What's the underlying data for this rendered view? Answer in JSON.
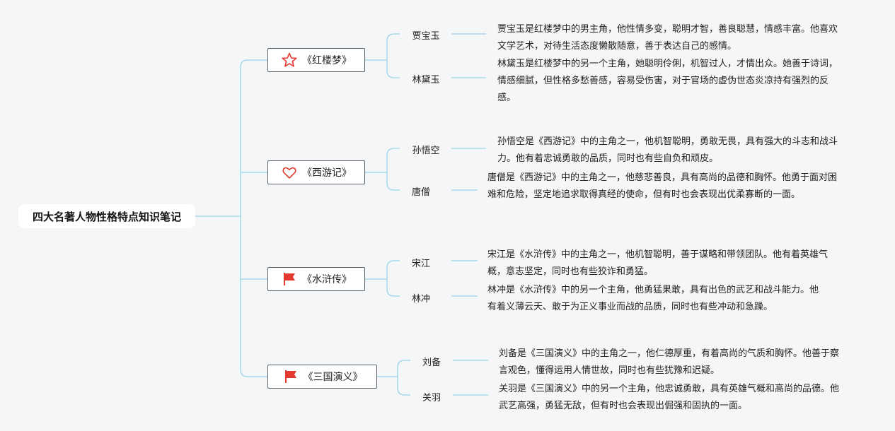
{
  "root": "四大名著人物性格特点知识笔记",
  "colors": {
    "line": "#9bd3e6",
    "accent_red": "#e23a2e"
  },
  "books": [
    {
      "title": "《红楼梦》",
      "icon": "star-icon",
      "characters": [
        {
          "name": "贾宝玉",
          "desc": "贾宝玉是红楼梦中的男主角，他性情多变，聪明才智，善良聪慧，情感丰富。他喜欢文学艺术，对待生活态度懒散随意，善于表达自己的感情。"
        },
        {
          "name": "林黛玉",
          "desc": "林黛玉是红楼梦中的另一个主角，她聪明伶俐，机智过人，才情出众。她善于诗词，情感细腻，但性格多愁善感，容易受伤害，对于官场的虚伪世态炎凉持有强烈的反感。"
        }
      ]
    },
    {
      "title": "《西游记》",
      "icon": "heart-icon",
      "characters": [
        {
          "name": "孙悟空",
          "desc": "孙悟空是《西游记》中的主角之一，他机智聪明，勇敢无畏，具有强大的斗志和战斗力。他有着忠诚勇敢的品质，同时也有些自负和顽皮。"
        },
        {
          "name": "唐僧",
          "desc": "唐僧是《西游记》中的主角之一，他慈悲善良，具有高尚的品德和胸怀。他勇于面对困难和危险，坚定地追求取得真经的使命，但有时也会表现出优柔寡断的一面。"
        }
      ]
    },
    {
      "title": "《水浒传》",
      "icon": "red-flag-icon",
      "characters": [
        {
          "name": "宋江",
          "desc": "宋江是《水浒传》中的主角之一，他机智聪明，善于谋略和带领团队。他有着英雄气概，意志坚定，同时也有些狡诈和勇猛。"
        },
        {
          "name": "林冲",
          "desc": "林冲是《水浒传》中的另一个主角，他勇猛果敢，具有出色的武艺和战斗能力。他有着义薄云天、敢于为正义事业而战的品质，同时也有些冲动和急躁。"
        }
      ]
    },
    {
      "title": "《三国演义》",
      "icon": "red-flag-icon",
      "characters": [
        {
          "name": "刘备",
          "desc": "刘备是《三国演义》中的主角之一，他仁德厚重，有着高尚的气质和胸怀。他善于察言观色，懂得运用人情世故，同时也有些犹豫和迟疑。"
        },
        {
          "name": "关羽",
          "desc": "关羽是《三国演义》中的另一个主角，他忠诚勇敢，具有英雄气概和高尚的品德。他武艺高强，勇猛无敌，但有时也会表现出倔强和固执的一面。"
        }
      ]
    }
  ]
}
